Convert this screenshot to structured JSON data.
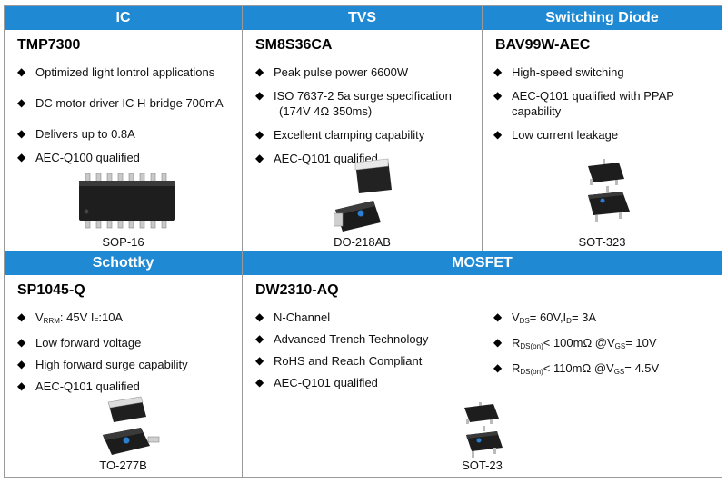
{
  "panels": {
    "ic": {
      "header": "IC",
      "part": "TMP7300",
      "bullets": [
        "Optimized light lontrol applications",
        "DC motor driver IC  H-bridge 700mA",
        "Delivers up to 0.8A",
        "AEC-Q100 qualified"
      ],
      "package": "SOP-16"
    },
    "tvs": {
      "header": "TVS",
      "part": "SM8S36CA",
      "bullets": [
        "Peak pulse power 6600W",
        "ISO 7637-2 5a surge specification",
        "(174V 4Ω 350ms)",
        "Excellent clamping capability",
        "AEC-Q101 qualified"
      ],
      "package": "DO-218AB"
    },
    "diode": {
      "header": "Switching Diode",
      "part": "BAV99W-AEC",
      "bullets": [
        "High-speed switching",
        "AEC-Q101 qualified with PPAP",
        "capability",
        "Low current leakage"
      ],
      "package": "SOT-323"
    },
    "schottky": {
      "header": "Schottky",
      "part": "SP1045-Q",
      "vrrm_v": "V",
      "vrrm_sub": "RRM",
      "vrrm_mid": ": 45V  I",
      "if_sub": "F",
      "if_val": ":10A",
      "bullets": [
        "Low forward voltage",
        "High forward surge capability",
        "AEC-Q101 qualified"
      ],
      "package": "TO-277B"
    },
    "mosfet": {
      "header": "MOSFET",
      "part": "DW2310-AQ",
      "bullets": [
        "N-Channel",
        "Advanced Trench Technology",
        "RoHS and Reach Compliant",
        "AEC-Q101 qualified"
      ],
      "spec1": {
        "a": "V",
        "a_sub": "DS",
        "b": "= 60V,I",
        "b_sub": "D",
        "c": "= 3A"
      },
      "spec2": {
        "a": "R",
        "a_sub": "DS(on)",
        "b": "< 100mΩ @V",
        "b_sub": "GS",
        "c": "= 10V"
      },
      "spec3": {
        "a": "R",
        "a_sub": "DS(on)",
        "b": "< 110mΩ @V",
        "b_sub": "GS",
        "c": "= 4.5V"
      },
      "package": "SOT-23"
    }
  },
  "colors": {
    "header_bg": "#1f89d3",
    "header_text": "#ffffff",
    "border": "#9a9a9a"
  }
}
